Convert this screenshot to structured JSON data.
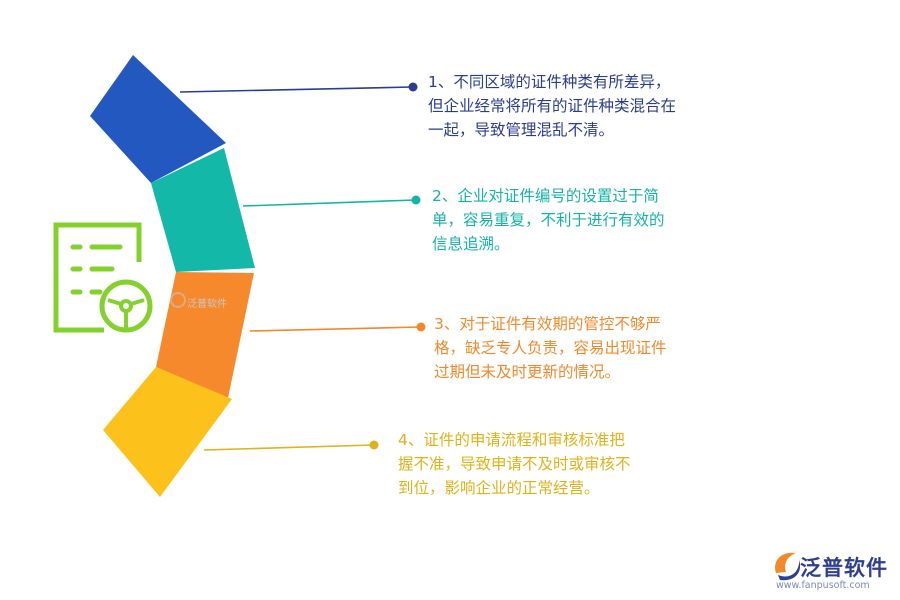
{
  "points": [
    {
      "text": "1、不同区域的证件种类有所差异，\n但企业经常将所有的证件种类混合在\n一起，导致管理混乱不清。",
      "color": "#2a3d8f"
    },
    {
      "text": "2、企业对证件编号的设置过于简\n单，容易重复，不利于进行有效的\n信息追溯。",
      "color": "#16b3a4"
    },
    {
      "text": "3、对于证件有效期的管控不够严\n格，缺乏专人负责，容易出现证件\n过期但未及时更新的情况。",
      "color": "#f0892b"
    },
    {
      "text": "4、证件的申请流程和审核标准把\n握不准，导致申请不及时或审核不\n到位，影响企业的正常经营。",
      "color": "#e0b21a"
    }
  ],
  "segment_colors": [
    "#2358c0",
    "#13b8a8",
    "#f5892c",
    "#fcc21b"
  ],
  "icon": {
    "name": "document-steering-wheel-icon",
    "color": "#84d12e"
  },
  "watermark": {
    "text": "泛普软件"
  },
  "logo": {
    "name": "泛普软件",
    "url": "www.fanpusoft.com"
  }
}
